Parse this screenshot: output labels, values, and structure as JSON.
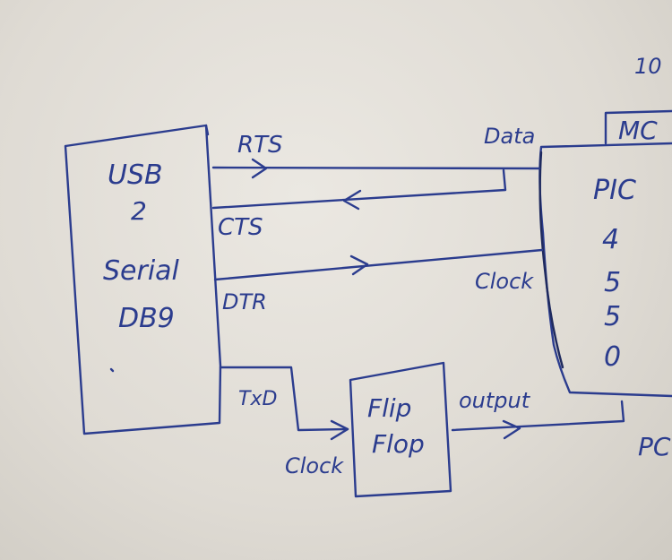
{
  "blocks": {
    "usb_serial": {
      "lines": [
        "USB",
        "2",
        "Serial",
        "DB9"
      ]
    },
    "pic": {
      "lines": [
        "PIC",
        "4",
        "5",
        "5",
        "0"
      ]
    },
    "flip_flop": {
      "lines": [
        "Flip",
        "Flop"
      ]
    },
    "mc_tab": "MC",
    "top_right_text": "10",
    "bottom_right_text": "PC"
  },
  "signals": {
    "rts": "RTS",
    "cts": "CTS",
    "dtr": "DTR",
    "txd": "TxD",
    "data": "Data",
    "clock_pic": "Clock",
    "clock_ff": "Clock",
    "output": "output"
  },
  "colors": {
    "ink": "#2b3c8e",
    "paper": "#e6e3dd"
  }
}
